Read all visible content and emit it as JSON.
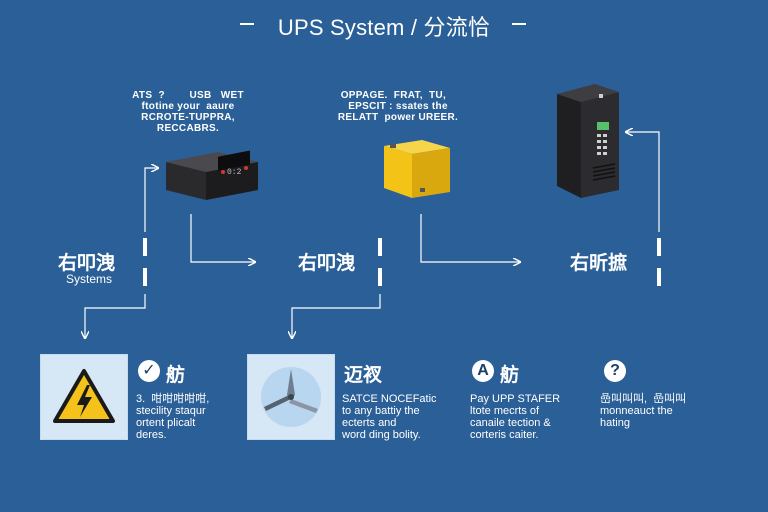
{
  "title": "UPS System / 分流恰",
  "top_captions": {
    "left": [
      "ATS  ?        USB   WET",
      "ftotine your  aaure",
      "RCROTE-TUPPRA,",
      "RECCABRS."
    ],
    "center": [
      "OPPAGE.  FRAT,  TU,    ",
      "EPSCIT : ssates the",
      "RELATT  power UREER."
    ]
  },
  "mid_labels": {
    "left": "右叩洩",
    "left_sub": "Systems",
    "center": "右叩洩",
    "right": "右昕摭"
  },
  "panels": [
    {
      "icon": "check",
      "badge_glyph": "✓",
      "title": "舫",
      "desc": [
        "3.  咁咁咁咁咁,",
        "stecility staqur",
        "ortent plicalt",
        "deres."
      ]
    },
    {
      "icon": "star",
      "badge_glyph": "",
      "title": "迈衩",
      "desc": [
        "SATCE NOCEFatic",
        "to any battiy the",
        "ecterts and",
        "word ding bolity."
      ]
    },
    {
      "icon": "letter-a",
      "badge_glyph": "A",
      "title": "舫",
      "desc": [
        "Pay UPP STAFER",
        "ltote mecrts of",
        "canaile tection &",
        "corteris caiter."
      ]
    },
    {
      "icon": "question",
      "badge_glyph": "?",
      "title": "",
      "desc": [
        "嵒叫叫叫,  嵒叫叫",
        "monneauct the",
        "hating"
      ]
    }
  ],
  "colors": {
    "background": "#2b5f97",
    "panel": "#d6e7f6",
    "ups_dark": "#2c2c2e",
    "ups_yellow": "#f3c317",
    "tower": "#27272b",
    "warning": "#f4c21a"
  }
}
